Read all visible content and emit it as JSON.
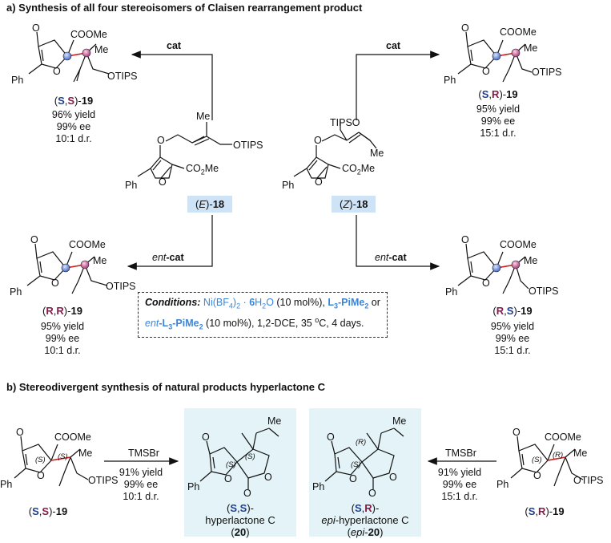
{
  "section_a": {
    "title": "a) Synthesis of all four stereoisomers of Claisen rearrangement product"
  },
  "section_b": {
    "title": "b) Stereodivergent synthesis of natural products hyperlactone C"
  },
  "reagents": {
    "cat": "cat",
    "ent_prefix": "ent",
    "ent_suffix": "-cat",
    "tmsbr": "TMSBr"
  },
  "atoms": {
    "O": "O",
    "COOMe": "COOMe",
    "Me": "Me",
    "OTIPS": "OTIPS",
    "Ph": "Ph",
    "TIPSO": "TIPSO",
    "CO2Me_a": "CO",
    "CO2Me_sub": "2",
    "CO2Me_b": "Me",
    "S_tag": "(S)",
    "R_tag": "(R)"
  },
  "substrates": {
    "E18": {
      "open": "(",
      "E": "E",
      "close": ")-",
      "num": "18"
    },
    "Z18": {
      "open": "(",
      "Z": "Z",
      "close": ")-",
      "num": "18"
    }
  },
  "products": {
    "SS": {
      "c1": "S",
      "c2": "S",
      "suffix": "19",
      "yield": "96% yield",
      "ee": "99% ee",
      "dr": "10:1 d.r."
    },
    "SR": {
      "c1": "S",
      "c2": "R",
      "suffix": "19",
      "yield": "95% yield",
      "ee": "99% ee",
      "dr": "15:1 d.r."
    },
    "RR": {
      "c1": "R",
      "c2": "R",
      "suffix": "19",
      "yield": "95% yield",
      "ee": "99% ee",
      "dr": "10:1 d.r."
    },
    "RS": {
      "c1": "R",
      "c2": "S",
      "suffix": "19",
      "yield": "95% yield",
      "ee": "99% ee",
      "dr": "15:1 d.r."
    }
  },
  "conditions": {
    "label": "Conditions:",
    "cat1": "Ni(BF",
    "cat1_sub": "4",
    "cat1_end": ")",
    "sub2": "2",
    "dot": " · ",
    "hyd": "6",
    "h2o_h": "H",
    "h2o_o": "O",
    "load1": " (10 mol%), ",
    "lig": "L",
    "lig_sub": "3",
    "lig_end": "-PiMe",
    "lig_sub2": "2",
    "or": " or",
    "ent_lig": "ent",
    "ent_lig2": "-L",
    "load2": " (10 mol%), 1,2-DCE, 35 ",
    "deg": "o",
    "end": "C, 4 days."
  },
  "part_b": {
    "left": {
      "yield": "91% yield",
      "ee": "99% ee",
      "dr": "10:1 d.r.",
      "label_suffix": "19"
    },
    "right": {
      "yield": "91% yield",
      "ee": "99% ee",
      "dr": "15:1 d.r.",
      "label_suffix": "19"
    },
    "np1": {
      "line2": "hyperlactone C",
      "num": "20"
    },
    "np2": {
      "epi": "epi",
      "line2": "-hyperlactone C",
      "num": "20"
    }
  },
  "colors": {
    "stereo_s": "#1f3f8f",
    "stereo_r": "#8a1a4a",
    "highlight": "#cfe3f6",
    "np_bg": "#e3f3f7",
    "accent_blue": "#3c84d8",
    "bond_red": "#d22020"
  }
}
